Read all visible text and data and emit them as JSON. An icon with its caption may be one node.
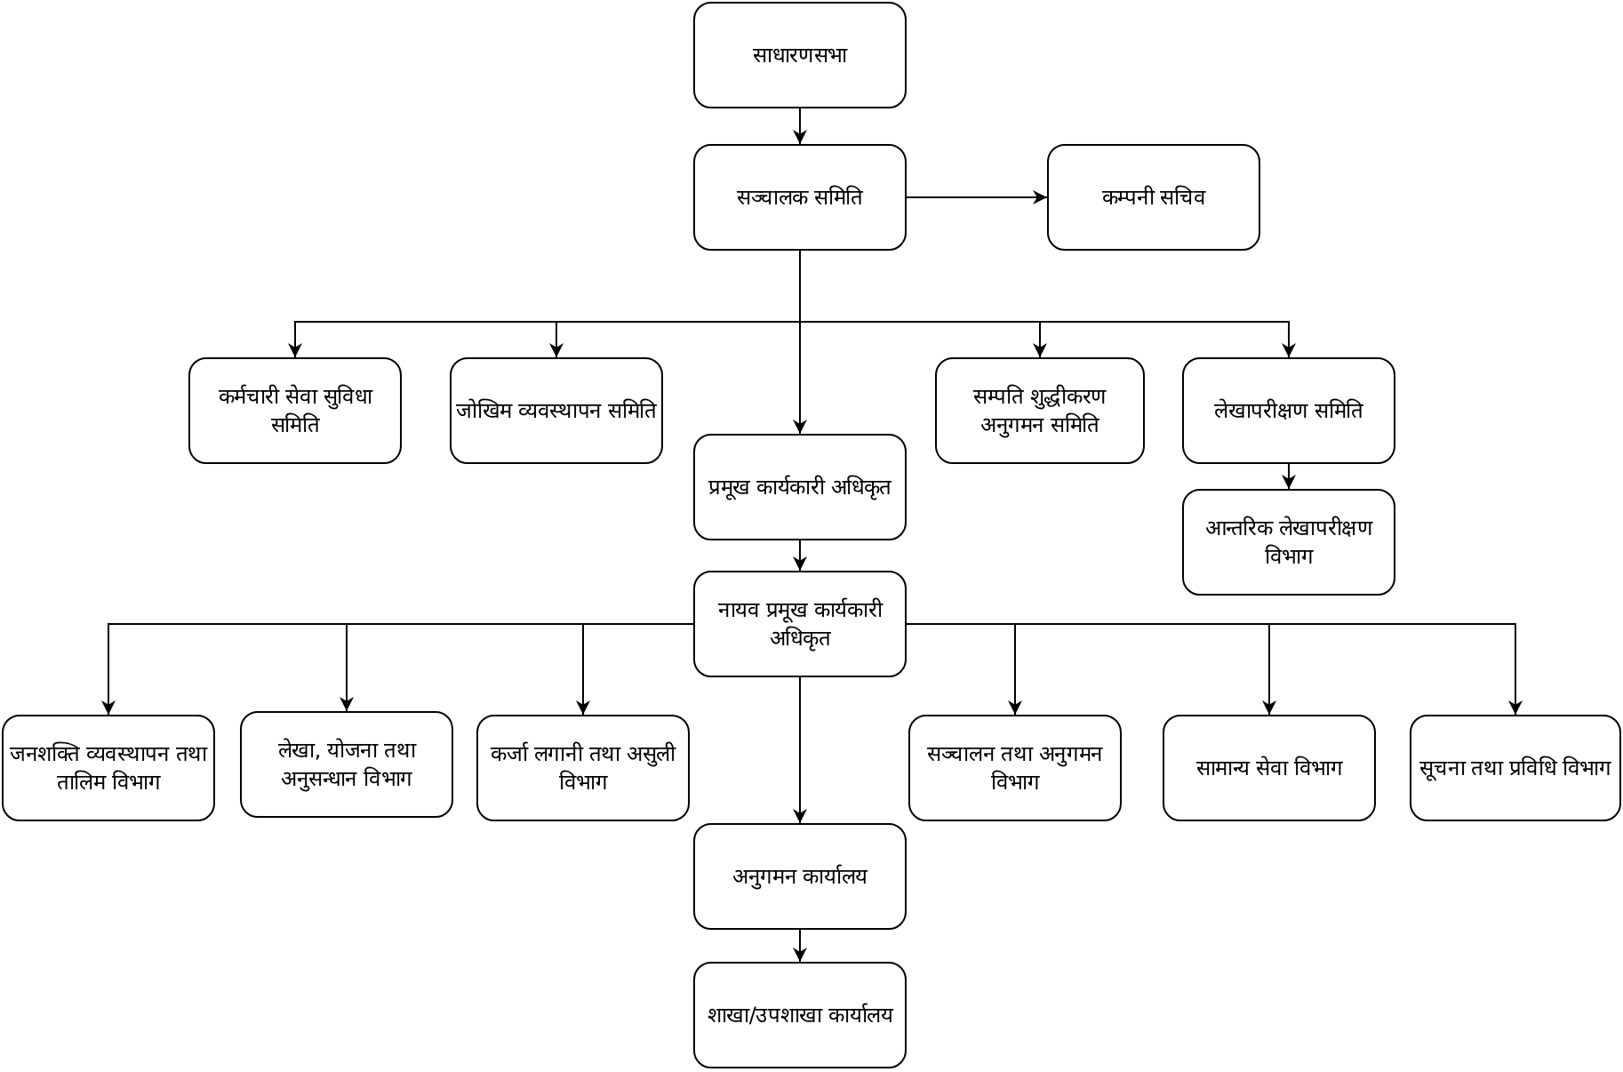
{
  "diagram": {
    "nodes": [
      {
        "text": [
          "साधारणसभा"
        ]
      },
      {
        "text": [
          "सञ्चालक समिति"
        ]
      },
      {
        "text": [
          "कम्पनी सचिव"
        ]
      },
      {
        "text": [
          "कर्मचारी सेवा सुविधा समिति"
        ]
      },
      {
        "text": [
          "जोखिम व्यवस्थापन समिति"
        ]
      },
      {
        "text": [
          "सम्पति शुद्धीकरण अनुगमन समिति"
        ]
      },
      {
        "text": [
          "लेखापरीक्षण समिति"
        ]
      },
      {
        "text": [
          "प्रमूख कार्यकारी अधिकृत"
        ]
      },
      {
        "text": [
          "आन्तरिक लेखापरीक्षण विभाग"
        ]
      },
      {
        "text": [
          "नायव प्रमूख कार्यकारी अधिकृत"
        ]
      },
      {
        "text": [
          "जनशक्ति व्यवस्थापन तथा तालिम विभाग"
        ]
      },
      {
        "text": [
          "लेखा, योजना तथा अनुसन्धान विभाग"
        ]
      },
      {
        "text": [
          "कर्जा लगानी तथा असुली विभाग"
        ]
      },
      {
        "text": [
          "सञ्चालन तथा अनुगमन विभाग"
        ]
      },
      {
        "text": [
          "सामान्य सेवा विभाग"
        ]
      },
      {
        "text": [
          "सूचना तथा प्रविधि विभाग"
        ]
      },
      {
        "text": [
          "अनुगमन कार्यालय"
        ]
      },
      {
        "text": [
          "शाखा/उपशाखा कार्यालय"
        ]
      }
    ],
    "edges": [
      {
        "from": 0,
        "to": 1,
        "arrow": "to"
      },
      {
        "from": 1,
        "to": 2,
        "arrow": "to"
      },
      {
        "from": 1,
        "to": 3,
        "arrow": "to"
      },
      {
        "from": 1,
        "to": 4,
        "arrow": "to"
      },
      {
        "from": 1,
        "to": 5,
        "arrow": "to"
      },
      {
        "from": 1,
        "to": 6,
        "arrow": "to"
      },
      {
        "from": 1,
        "to": 7,
        "arrow": "to"
      },
      {
        "from": 6,
        "to": 8,
        "arrow": "to"
      },
      {
        "from": 7,
        "to": 9,
        "arrow": "to"
      },
      {
        "from": 9,
        "to": 10,
        "arrow": "to"
      },
      {
        "from": 9,
        "to": 11,
        "arrow": "to"
      },
      {
        "from": 9,
        "to": 12,
        "arrow": "to"
      },
      {
        "from": 9,
        "to": 13,
        "arrow": "to"
      },
      {
        "from": 9,
        "to": 14,
        "arrow": "to"
      },
      {
        "from": 9,
        "to": 15,
        "arrow": "to"
      },
      {
        "from": 9,
        "to": 16,
        "arrow": "to"
      },
      {
        "from": 16,
        "to": 17,
        "arrow": "to"
      }
    ]
  }
}
